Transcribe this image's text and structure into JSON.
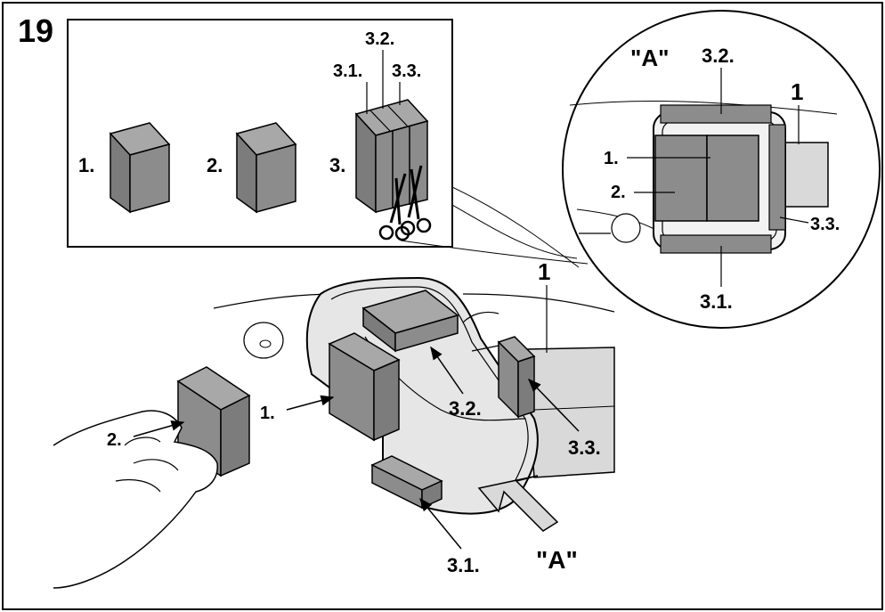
{
  "step_number": "19",
  "inset_top_left": {
    "block_1": "1.",
    "block_2": "2.",
    "block_3": "3.",
    "strip_3_1": "3.1.",
    "strip_3_2": "3.2.",
    "strip_3_3": "3.3."
  },
  "detail_circle": {
    "view_label": "\"A\"",
    "label_1": "1",
    "label_1_pad": "1.",
    "label_2_pad": "2.",
    "label_3_1": "3.1.",
    "label_3_2": "3.2.",
    "label_3_3": "3.3."
  },
  "main_view": {
    "label_1": "1",
    "label_1_pad": "1.",
    "label_2_pad": "2.",
    "label_3_1": "3.1.",
    "label_3_2": "3.2.",
    "label_3_3": "3.3.",
    "view_arrow_label": "\"A\""
  },
  "colors": {
    "pad_gray": "#8c8c8c",
    "pad_dark": "#6e6e6e",
    "pad_light": "#a8a8a8",
    "strap_gray": "#d9d9d9",
    "line": "#000000"
  }
}
